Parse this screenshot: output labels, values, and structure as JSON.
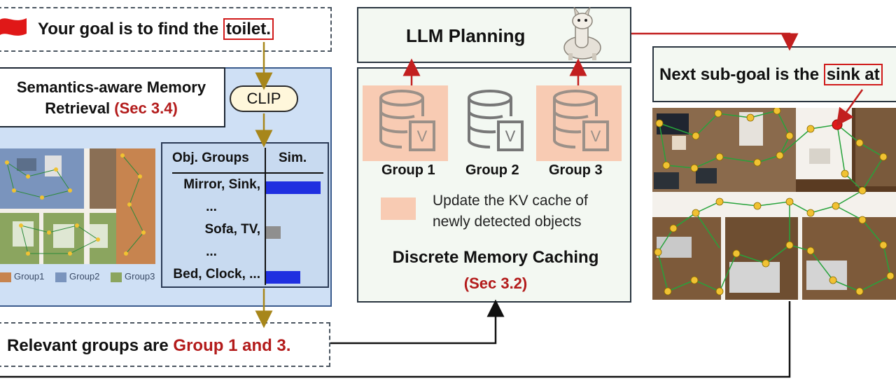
{
  "goal": {
    "prefix": "Your goal is to find the ",
    "target": "toilet."
  },
  "retrieval": {
    "title_line1": "Semantics-aware Memory",
    "title_line2": "Retrieval ",
    "sec": "(Sec 3.4)",
    "clip": "CLIP",
    "legend": [
      "Group1",
      "Group2",
      "Group3"
    ],
    "table": {
      "col1": "Obj. Groups",
      "col2": "Sim.",
      "rows": [
        {
          "label": "Mirror, Sink,",
          "sim": 0.95,
          "color": "#1f2fe0"
        },
        {
          "label": "...",
          "sim": null
        },
        {
          "label": "Sofa, TV,",
          "sim": 0.25,
          "color": "#8f8f8f"
        },
        {
          "label": "...",
          "sim": null
        },
        {
          "label": "Bed, Clock, ...",
          "sim": 0.6,
          "color": "#1f2fe0"
        }
      ]
    }
  },
  "relevant": {
    "prefix": "Relevant groups are ",
    "groups": "Group 1 and 3."
  },
  "planning": {
    "title": "LLM Planning"
  },
  "caching": {
    "groups": [
      "Group 1",
      "Group 2",
      "Group 3"
    ],
    "legend_line1": "Update the KV cache of",
    "legend_line2": "newly detected objects",
    "title": "Discrete Memory Caching",
    "sec": "(Sec 3.2)"
  },
  "subgoal": {
    "prefix": "Next sub-goal is the ",
    "target": "sink at"
  },
  "colors": {
    "highlight": "#f8cbb3",
    "red": "#b31b1b",
    "arrow_gold": "#a7861a",
    "panel_blue": "#cfe0f5",
    "frame_green": "#f3f8f2"
  }
}
